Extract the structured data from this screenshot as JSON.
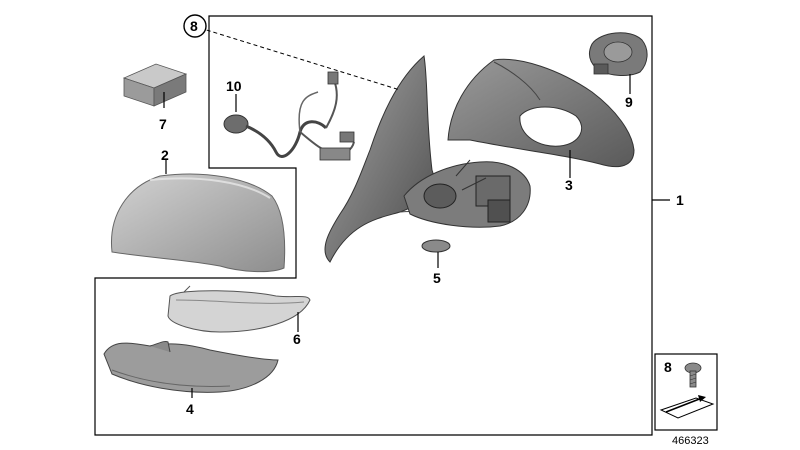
{
  "diagram": {
    "reference_number": "466323",
    "callouts": {
      "c1": "1",
      "c2": "2",
      "c3": "3",
      "c4": "4",
      "c5": "5",
      "c6": "6",
      "c7": "7",
      "c8_circle": "8",
      "c9": "9",
      "c10": "10",
      "c8_box": "8"
    }
  },
  "colors": {
    "part_light": "#b8b8b8",
    "part_mid": "#8a8a8a",
    "part_dark": "#4a4a4a",
    "line": "#000000"
  }
}
